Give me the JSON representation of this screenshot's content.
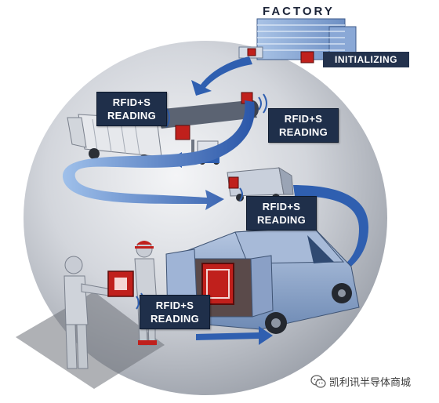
{
  "factory": {
    "title": "FACTORY",
    "initializing": "INITIALIZING"
  },
  "labels": [
    {
      "line1": "RFID+S",
      "line2": "READING"
    },
    {
      "line1": "RFID+S",
      "line2": "READING"
    },
    {
      "line1": "RFID+S",
      "line2": "READING"
    },
    {
      "line1": "RFID+S",
      "line2": "READING"
    }
  ],
  "watermark": {
    "text": "凯利讯半导体商城",
    "icon": "wechat-icon"
  },
  "colors": {
    "globe": "#c9ccd3",
    "arrow_blue": "#2f5fb0",
    "label_navy": "#1f2f4a",
    "van_blue": "#8fa9cf",
    "tag_red": "#c0201c"
  }
}
